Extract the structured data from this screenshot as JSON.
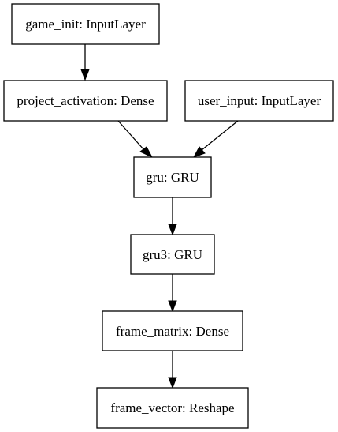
{
  "nodes": [
    {
      "id": "game_init",
      "label": "game_init: InputLayer"
    },
    {
      "id": "project_activation",
      "label": "project_activation: Dense"
    },
    {
      "id": "user_input",
      "label": "user_input: InputLayer"
    },
    {
      "id": "gru",
      "label": "gru: GRU"
    },
    {
      "id": "gru3",
      "label": "gru3: GRU"
    },
    {
      "id": "frame_matrix",
      "label": "frame_matrix: Dense"
    },
    {
      "id": "frame_vector",
      "label": "frame_vector: Reshape"
    }
  ],
  "edges": [
    {
      "from": "game_init",
      "to": "project_activation"
    },
    {
      "from": "project_activation",
      "to": "gru"
    },
    {
      "from": "user_input",
      "to": "gru"
    },
    {
      "from": "gru",
      "to": "gru3"
    },
    {
      "from": "gru3",
      "to": "frame_matrix"
    },
    {
      "from": "frame_matrix",
      "to": "frame_vector"
    }
  ]
}
